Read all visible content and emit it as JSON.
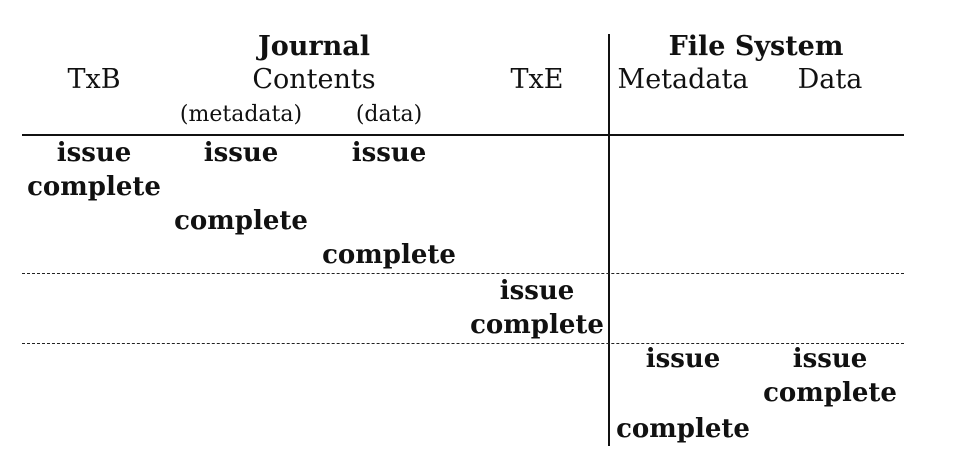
{
  "headers": {
    "journal": "Journal",
    "file_system": "File System",
    "txb": "TxB",
    "contents": "Contents",
    "txe": "TxE",
    "metadata_col": "Metadata",
    "data_col": "Data",
    "sub_metadata": "(metadata)",
    "sub_data": "(data)"
  },
  "events": {
    "txb_issue": "issue",
    "txb_complete": "complete",
    "jmeta_issue": "issue",
    "jmeta_complete": "complete",
    "jdata_issue": "issue",
    "jdata_complete": "complete",
    "txe_issue": "issue",
    "txe_complete": "complete",
    "fsmeta_issue": "issue",
    "fsmeta_complete": "complete",
    "fsdata_issue": "issue",
    "fsdata_complete": "complete"
  }
}
